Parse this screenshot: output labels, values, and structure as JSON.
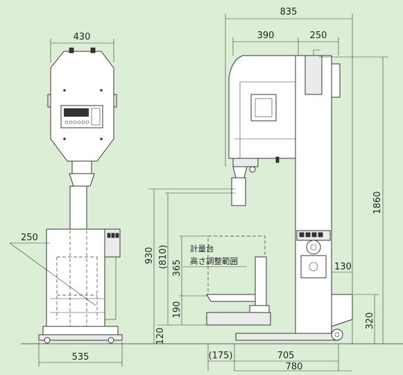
{
  "dimensions": {
    "overall_depth": "835",
    "head_depth": "390",
    "column_depth": "250",
    "front_width": "430",
    "front_chute": "250",
    "base_width": "535",
    "height_total": "1860",
    "height_930": "930",
    "height_810": "(810)",
    "height_365": "365",
    "height_190": "190",
    "height_120": "120",
    "offset_175": "(175)",
    "base_705": "705",
    "base_780": "780",
    "height_320": "320",
    "wheel_130": "130"
  },
  "notes": {
    "line1": "計量台",
    "line2": "高さ調整範囲"
  },
  "colors": {
    "background": "#dcefd6",
    "line": "#333333",
    "machine": "#ffffff"
  }
}
